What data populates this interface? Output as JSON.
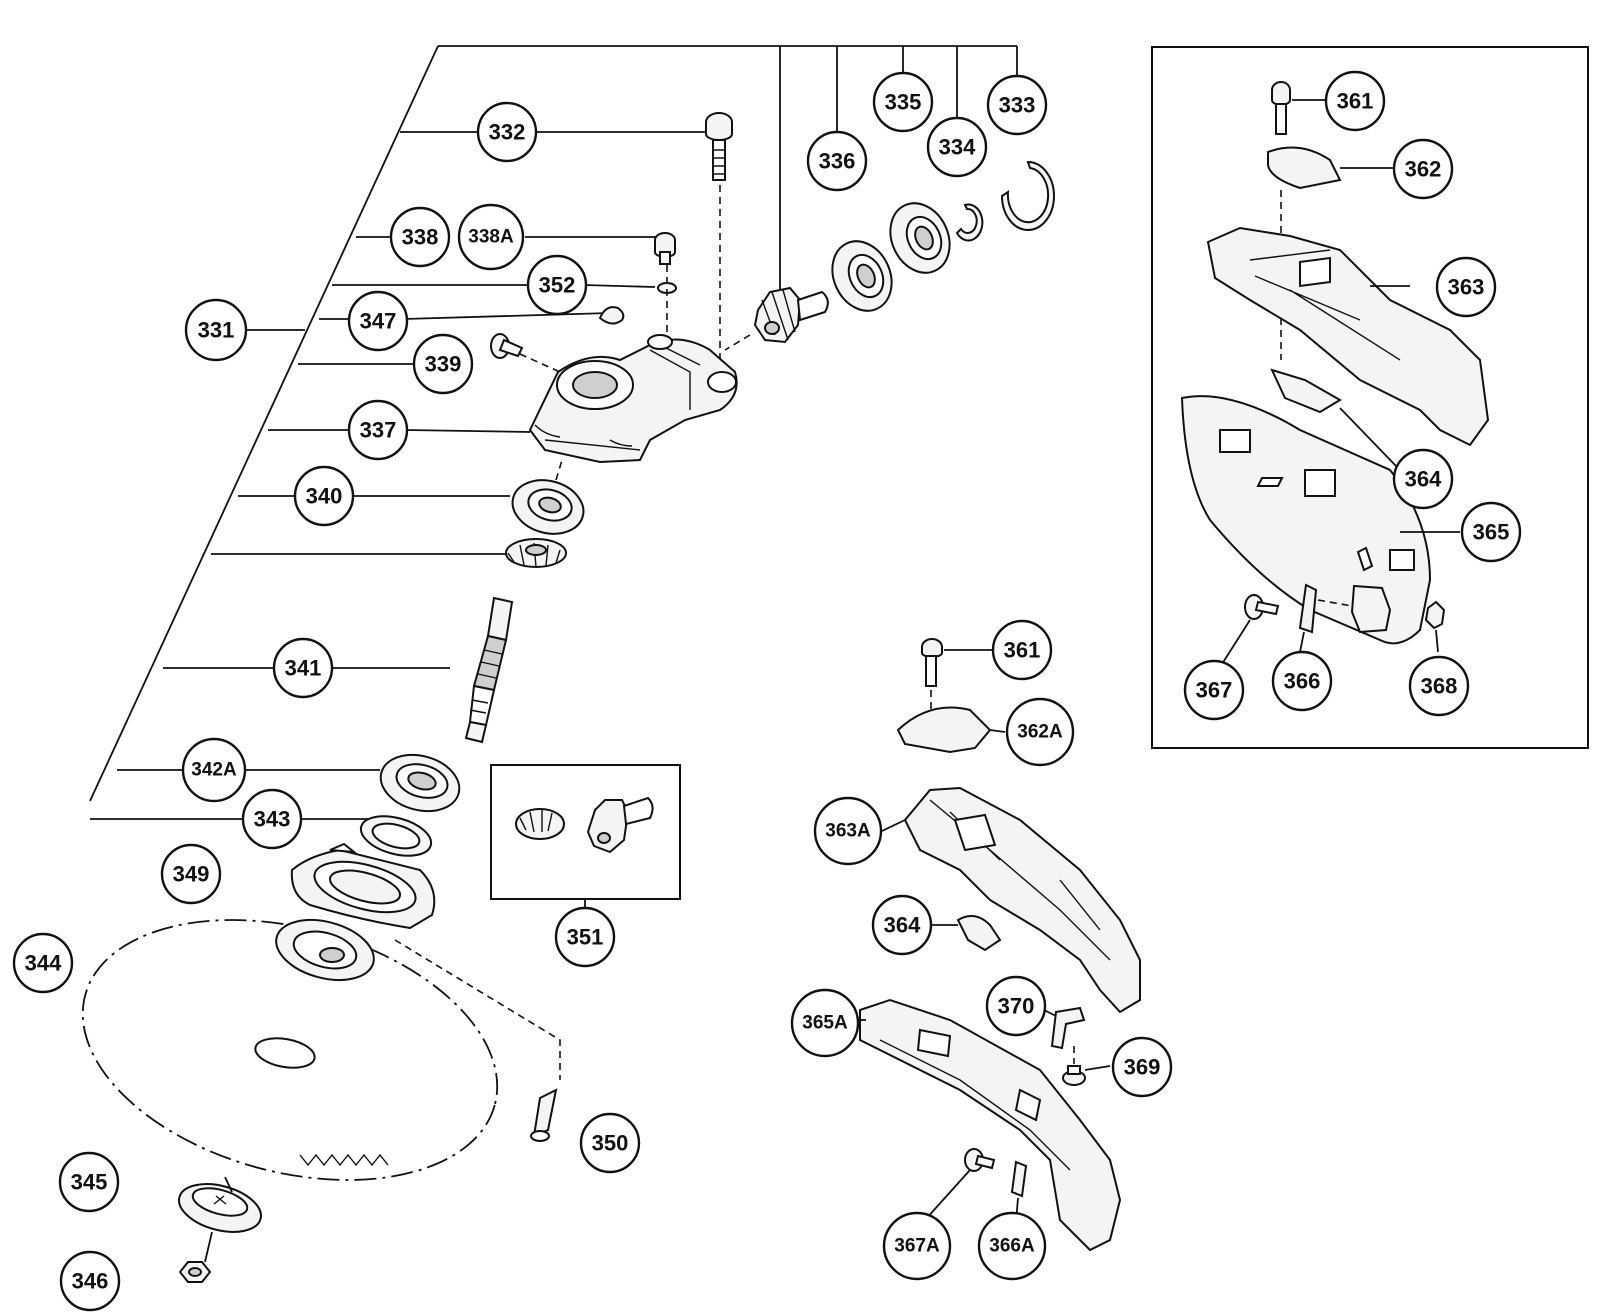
{
  "diagram": {
    "callouts": [
      {
        "id": "c331",
        "label": "331"
      },
      {
        "id": "c332",
        "label": "332"
      },
      {
        "id": "c333",
        "label": "333"
      },
      {
        "id": "c334",
        "label": "334"
      },
      {
        "id": "c335",
        "label": "335"
      },
      {
        "id": "c336",
        "label": "336"
      },
      {
        "id": "c337",
        "label": "337"
      },
      {
        "id": "c338",
        "label": "338"
      },
      {
        "id": "c338a",
        "label": "338A"
      },
      {
        "id": "c339",
        "label": "339"
      },
      {
        "id": "c340",
        "label": "340"
      },
      {
        "id": "c341",
        "label": "341"
      },
      {
        "id": "c342a",
        "label": "342A"
      },
      {
        "id": "c343",
        "label": "343"
      },
      {
        "id": "c344",
        "label": "344"
      },
      {
        "id": "c345",
        "label": "345"
      },
      {
        "id": "c346",
        "label": "346"
      },
      {
        "id": "c347",
        "label": "347"
      },
      {
        "id": "c349",
        "label": "349"
      },
      {
        "id": "c350",
        "label": "350"
      },
      {
        "id": "c351",
        "label": "351"
      },
      {
        "id": "c352",
        "label": "352"
      },
      {
        "id": "c361a",
        "label": "361"
      },
      {
        "id": "c362",
        "label": "362"
      },
      {
        "id": "c363",
        "label": "363"
      },
      {
        "id": "c364a",
        "label": "364"
      },
      {
        "id": "c365",
        "label": "365"
      },
      {
        "id": "c366",
        "label": "366"
      },
      {
        "id": "c367",
        "label": "367"
      },
      {
        "id": "c368",
        "label": "368"
      },
      {
        "id": "c361b",
        "label": "361"
      },
      {
        "id": "c362a",
        "label": "362A"
      },
      {
        "id": "c363a",
        "label": "363A"
      },
      {
        "id": "c364b",
        "label": "364"
      },
      {
        "id": "c365a",
        "label": "365A"
      },
      {
        "id": "c366a",
        "label": "366A"
      },
      {
        "id": "c367a",
        "label": "367A"
      },
      {
        "id": "c369",
        "label": "369"
      },
      {
        "id": "c370",
        "label": "370"
      }
    ]
  }
}
